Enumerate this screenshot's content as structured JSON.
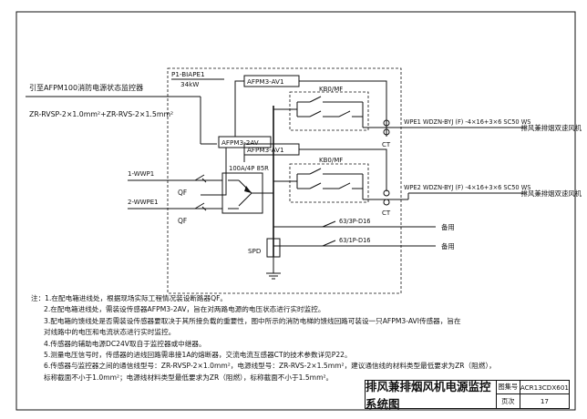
{
  "diagram": {
    "monitor_source": "引至AFPM100消防电源状态监控器",
    "monitor_cable": "ZR-RVSP-2×1.0mm²+ZR-RVS-2×1.5mm²",
    "panel_id": "P1-BIAPE1",
    "panel_power": "34kW",
    "sensor_av1_top": "AFPM3-AV1",
    "sensor_av1_bottom": "AFPM3-AV1",
    "sensor_2av": "AFPM3-2AV",
    "contactor_top": "KB0/MF",
    "contactor_bottom": "KB0/MF",
    "incoming_1": "1-WWP1",
    "incoming_2": "2-WWPE1",
    "qf_top": "QF",
    "qf_bottom": "QF",
    "ats_label": "100A/4P 85R",
    "spd": "SPD",
    "ct_top": "CT",
    "ct_bottom": "CT",
    "feeder_1": "WPE1 WDZN-BYJ (F) -4×16+3×6 SC50 WS",
    "feeder_2": "WPE2 WDZN-BYJ (F) -4×16+3×6 SC50 WS",
    "load_1": "排风兼排烟双速风机",
    "load_2": "排风兼排烟双速风机",
    "spare_breaker_1": "63/3P-D16",
    "spare_breaker_2": "63/1P-D16",
    "spare_1": "备用",
    "spare_2": "备用"
  },
  "notes": [
    "注：1.在配电箱进线处，根据现场实际工程情况装设断路器QF。",
    "2.在配电箱进线处，需装设传感器AFPM3-2AV，旨在对两路电源的电压状态进行实时监控。",
    "3.配电箱的馈线处是否需装设传感器要取决于其所接负载的重要性，图中所示的消防电梯的馈线回路可装设一只AFPM3-AVI传感器，旨在",
    "对线路中的电压和电流状态进行实时监控。",
    "4.传感器的辅助电源DC24V取自于监控器或中继器。",
    "5.测量电压信号时，传感器的进线回路需串接1A的熔断器，交流电流互感器CT的技术参数详见P22。",
    "6.传感器与监控器之间的通信线型号：ZR-RVSP-2×1.0mm²，电源线型号：ZR-RVS-2×1.5mm²，建议通信线的材料类型最低要求为ZR（阻燃），",
    "标称截面不小于1.0mm²；电源线材料类型最低要求为ZR（阻燃），标称截面不小于1.5mm²。"
  ],
  "title_block": {
    "title": "排风兼排烟风机电源监控系统图",
    "atlas_label": "图集号",
    "atlas_no": "ACR13CDX601",
    "page_label": "页次",
    "page_no": "17"
  }
}
